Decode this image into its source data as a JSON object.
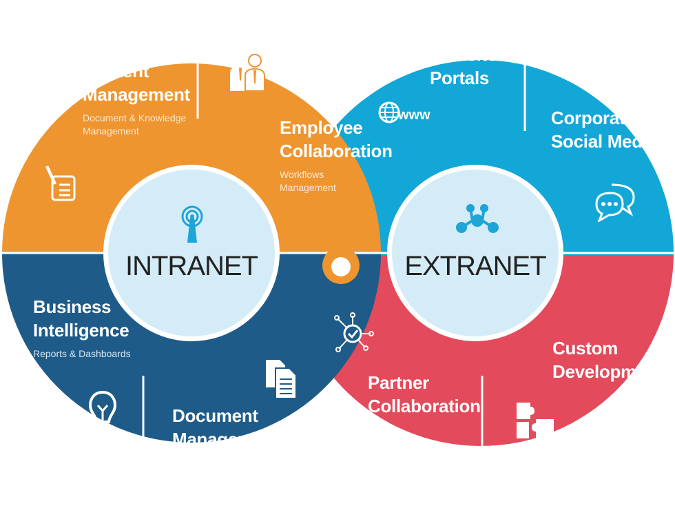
{
  "colors": {
    "intranet_top": "#ee9530",
    "intranet_bottom": "#1e5b88",
    "extranet_top": "#13a7d8",
    "extranet_bottom": "#e34a5b",
    "hub_fill": "#d4ecf7",
    "hub_text": "#222222",
    "icon_teal": "#1ea4d5"
  },
  "intranet": {
    "title": "INTRANET",
    "hub_icon": "broadcast-tower-icon",
    "segments": [
      {
        "title_lines": [
          "Content",
          "Management"
        ],
        "subtitle_lines": [
          "Document & Knowledge",
          "Management"
        ],
        "icon": "document-signature-icon"
      },
      {
        "title_lines": [
          "Employee",
          "Collaboration"
        ],
        "subtitle_lines": [
          "Workflows",
          "Management"
        ],
        "icon": "team-people-icon"
      },
      {
        "title_lines": [
          "Business",
          "Intelligence"
        ],
        "subtitle_lines": [
          "Reports & Dashboards"
        ],
        "icon": "lightbulb-icon"
      },
      {
        "title_lines": [
          "Document",
          "Management"
        ],
        "subtitle_lines": [],
        "icon": "documents-icon"
      }
    ]
  },
  "extranet": {
    "title": "EXTRANET",
    "hub_icon": "network-nodes-icon",
    "segments": [
      {
        "title_lines": [
          "Websites &",
          "Portals"
        ],
        "icon": "globe-www-icon",
        "icon_text": "www"
      },
      {
        "title_lines": [
          "Corporate",
          "Social Media"
        ],
        "icon": "chat-bubbles-icon"
      },
      {
        "title_lines": [
          "Partner",
          "Collaboration"
        ],
        "icon": "target-network-icon"
      },
      {
        "title_lines": [
          "Custom",
          "Development"
        ],
        "icon": "puzzle-pieces-icon"
      }
    ]
  }
}
